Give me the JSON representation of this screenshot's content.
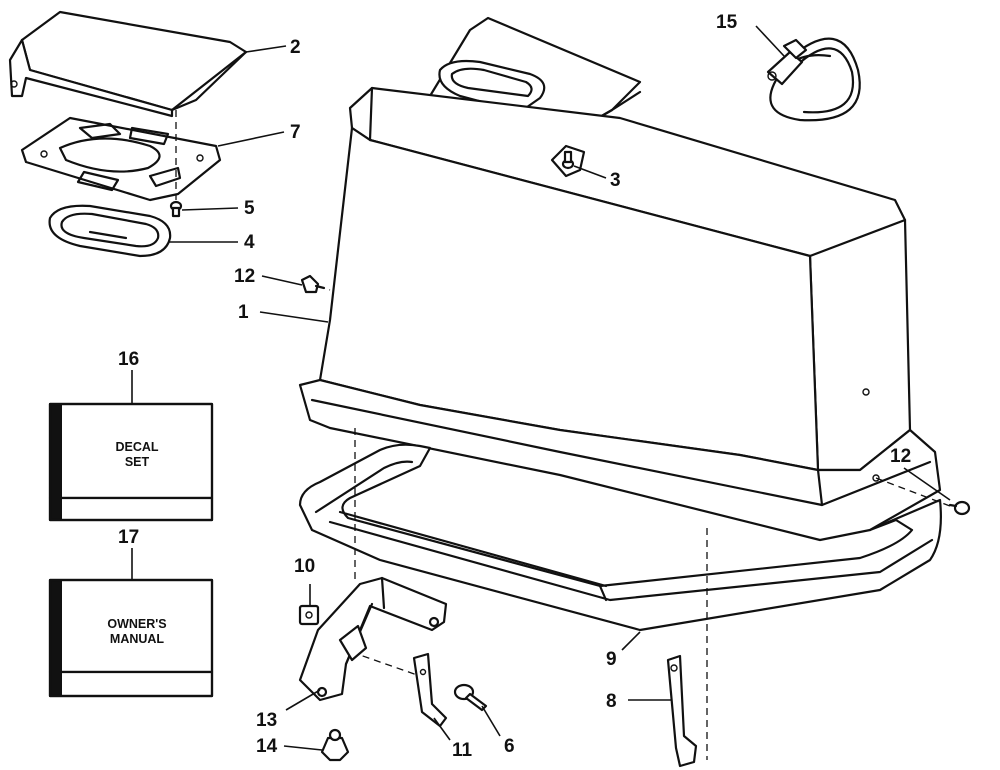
{
  "callouts": [
    {
      "id": "c1",
      "label": "1"
    },
    {
      "id": "c2",
      "label": "2"
    },
    {
      "id": "c3",
      "label": "3"
    },
    {
      "id": "c4",
      "label": "4"
    },
    {
      "id": "c5",
      "label": "5"
    },
    {
      "id": "c6",
      "label": "6"
    },
    {
      "id": "c7",
      "label": "7"
    },
    {
      "id": "c8",
      "label": "8"
    },
    {
      "id": "c9",
      "label": "9"
    },
    {
      "id": "c10",
      "label": "10"
    },
    {
      "id": "c11",
      "label": "11"
    },
    {
      "id": "c12a",
      "label": "12"
    },
    {
      "id": "c12b",
      "label": "12"
    },
    {
      "id": "c13",
      "label": "13"
    },
    {
      "id": "c14",
      "label": "14"
    },
    {
      "id": "c15",
      "label": "15"
    },
    {
      "id": "c16",
      "label": "16"
    },
    {
      "id": "c17",
      "label": "17"
    }
  ],
  "boxes": {
    "decal_line1": "DECAL",
    "decal_line2": "SET",
    "manual_line1": "OWNER'S",
    "manual_line2": "MANUAL"
  }
}
